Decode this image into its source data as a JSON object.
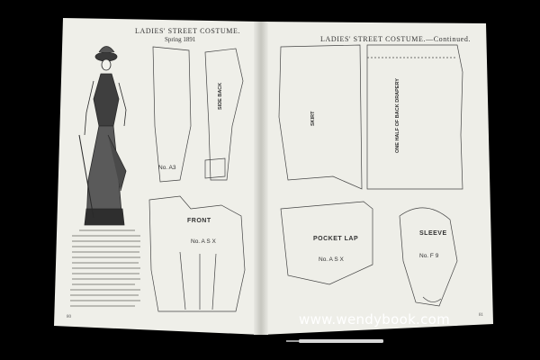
{
  "left_page": {
    "title": "LADIES' STREET COSTUME.",
    "subtitle": "Spring 1891",
    "pattern_labels": {
      "small_piece_no": "No. A3",
      "side_back": "SIDE BACK",
      "front": "FRONT",
      "front_no": "No. A S X"
    },
    "page_number": "80"
  },
  "right_page": {
    "title": "LADIES' STREET COSTUME.—Continued.",
    "pattern_labels": {
      "skirt": "SKIRT",
      "back_drapery": "ONE HALF OF BACK DRAPERY",
      "pocket_lap": "POCKET LAP",
      "pocket_lap_no": "No. A S X",
      "sleeve": "SLEEVE",
      "sleeve_no": "No. F 9"
    },
    "page_number": "81"
  },
  "watermark": "www.wendybook.com",
  "colors": {
    "background": "#000000",
    "paper": "#efefe9",
    "ink": "#3a3a3a",
    "pen": "#d8d8d8"
  }
}
